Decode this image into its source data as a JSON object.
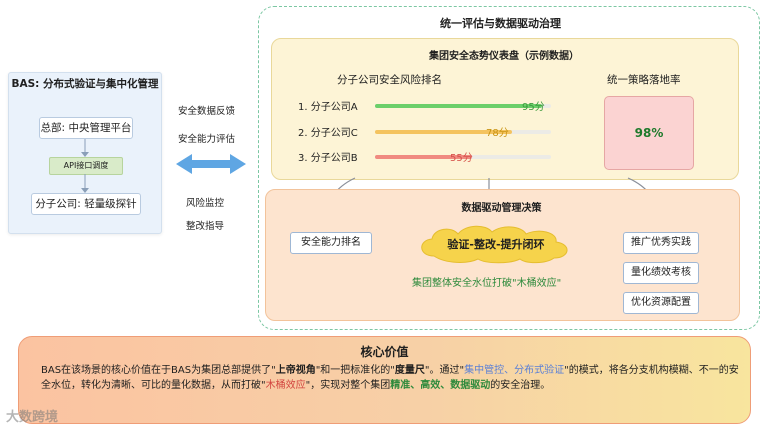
{
  "left": {
    "title": "BAS: 分布式验证与集中化管理",
    "hq": "总部: 中央管理平台",
    "api": "API接口调度",
    "sub": "分子公司: 轻量级探针"
  },
  "middle": {
    "top1": "安全数据反馈",
    "top2": "安全能力评估",
    "bottom1": "风险监控",
    "bottom2": "整改指导"
  },
  "frame": {
    "title": "统一评估与数据驱动治理"
  },
  "dashboard": {
    "title": "集团安全态势仪表盘（示例数据）",
    "ranking_title": "分子公司安全风险排名",
    "rows": [
      {
        "label": "1. 分子公司A",
        "score": "95分",
        "value": 95,
        "color": "#6ccf6a",
        "score_color": "#3c9a3c"
      },
      {
        "label": "2. 分子公司C",
        "score": "78分",
        "value": 78,
        "color": "#f4c35f",
        "score_color": "#c99413"
      },
      {
        "label": "3. 分子公司B",
        "score": "55分",
        "value": 55,
        "color": "#f08a80",
        "score_color": "#d6534b"
      }
    ],
    "rate_title": "统一策略落地率",
    "rate_value": "98%"
  },
  "decision": {
    "title": "数据驱动管理决策",
    "input": "安全能力排名",
    "loop": "验证-整改-提升闭环",
    "effect": "集团整体安全水位打破\"木桶效应\"",
    "outputs": [
      "推广优秀实践",
      "量化绩效考核",
      "优化资源配置"
    ]
  },
  "core": {
    "title": "核心价值",
    "p1": "BAS在该场景的核心价值在于BAS为集团总部提供了\"",
    "p2": "上帝视角",
    "p3": "\"和一把标准化的\"",
    "p4": "度量尺",
    "p5": "\"。通过\"",
    "p6": "集中管控、分布式验证",
    "p7": "\"的模式，将各分支机构模糊、不一的安全水位，转化为清晰、可比的量化数据，从而打破\"",
    "p8": "木桶效应",
    "p9": "\"，实现对整个集团",
    "p10": "精准、高效、数据驱动",
    "p11": "的安全治理。"
  },
  "watermark": "大数跨境"
}
